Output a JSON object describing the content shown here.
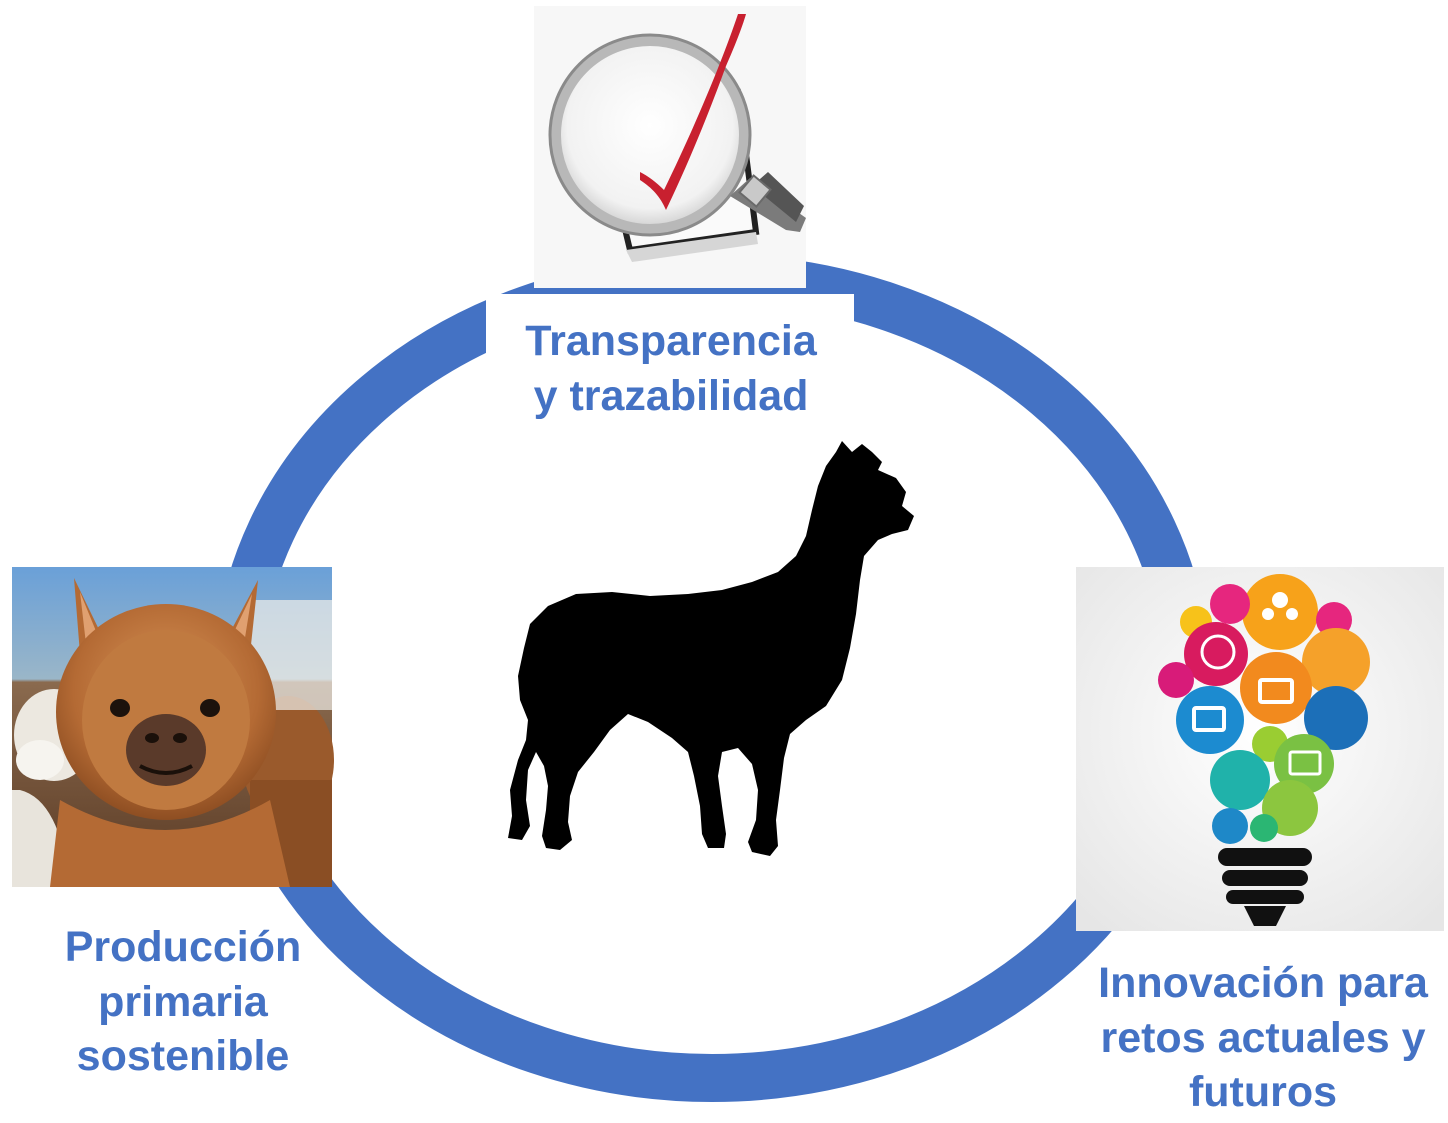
{
  "colors": {
    "ring": "#4472C4",
    "label": "#4472C4",
    "silhouette": "#000000",
    "check": "#C8202F"
  },
  "center": {
    "icon": "alpaca-silhouette-icon"
  },
  "nodes": [
    {
      "id": "transparency",
      "image_icon": "magnifier-checkmark-icon",
      "label_lines": [
        "Transparencia",
        "y trazabilidad"
      ]
    },
    {
      "id": "production",
      "image_icon": "alpaca-photo",
      "label_lines": [
        "Producción",
        "primaria",
        "sostenible"
      ]
    },
    {
      "id": "innovation",
      "image_icon": "lightbulb-icons-icon",
      "label_lines": [
        "Innovación para",
        "retos actuales y",
        "futuros"
      ]
    }
  ]
}
